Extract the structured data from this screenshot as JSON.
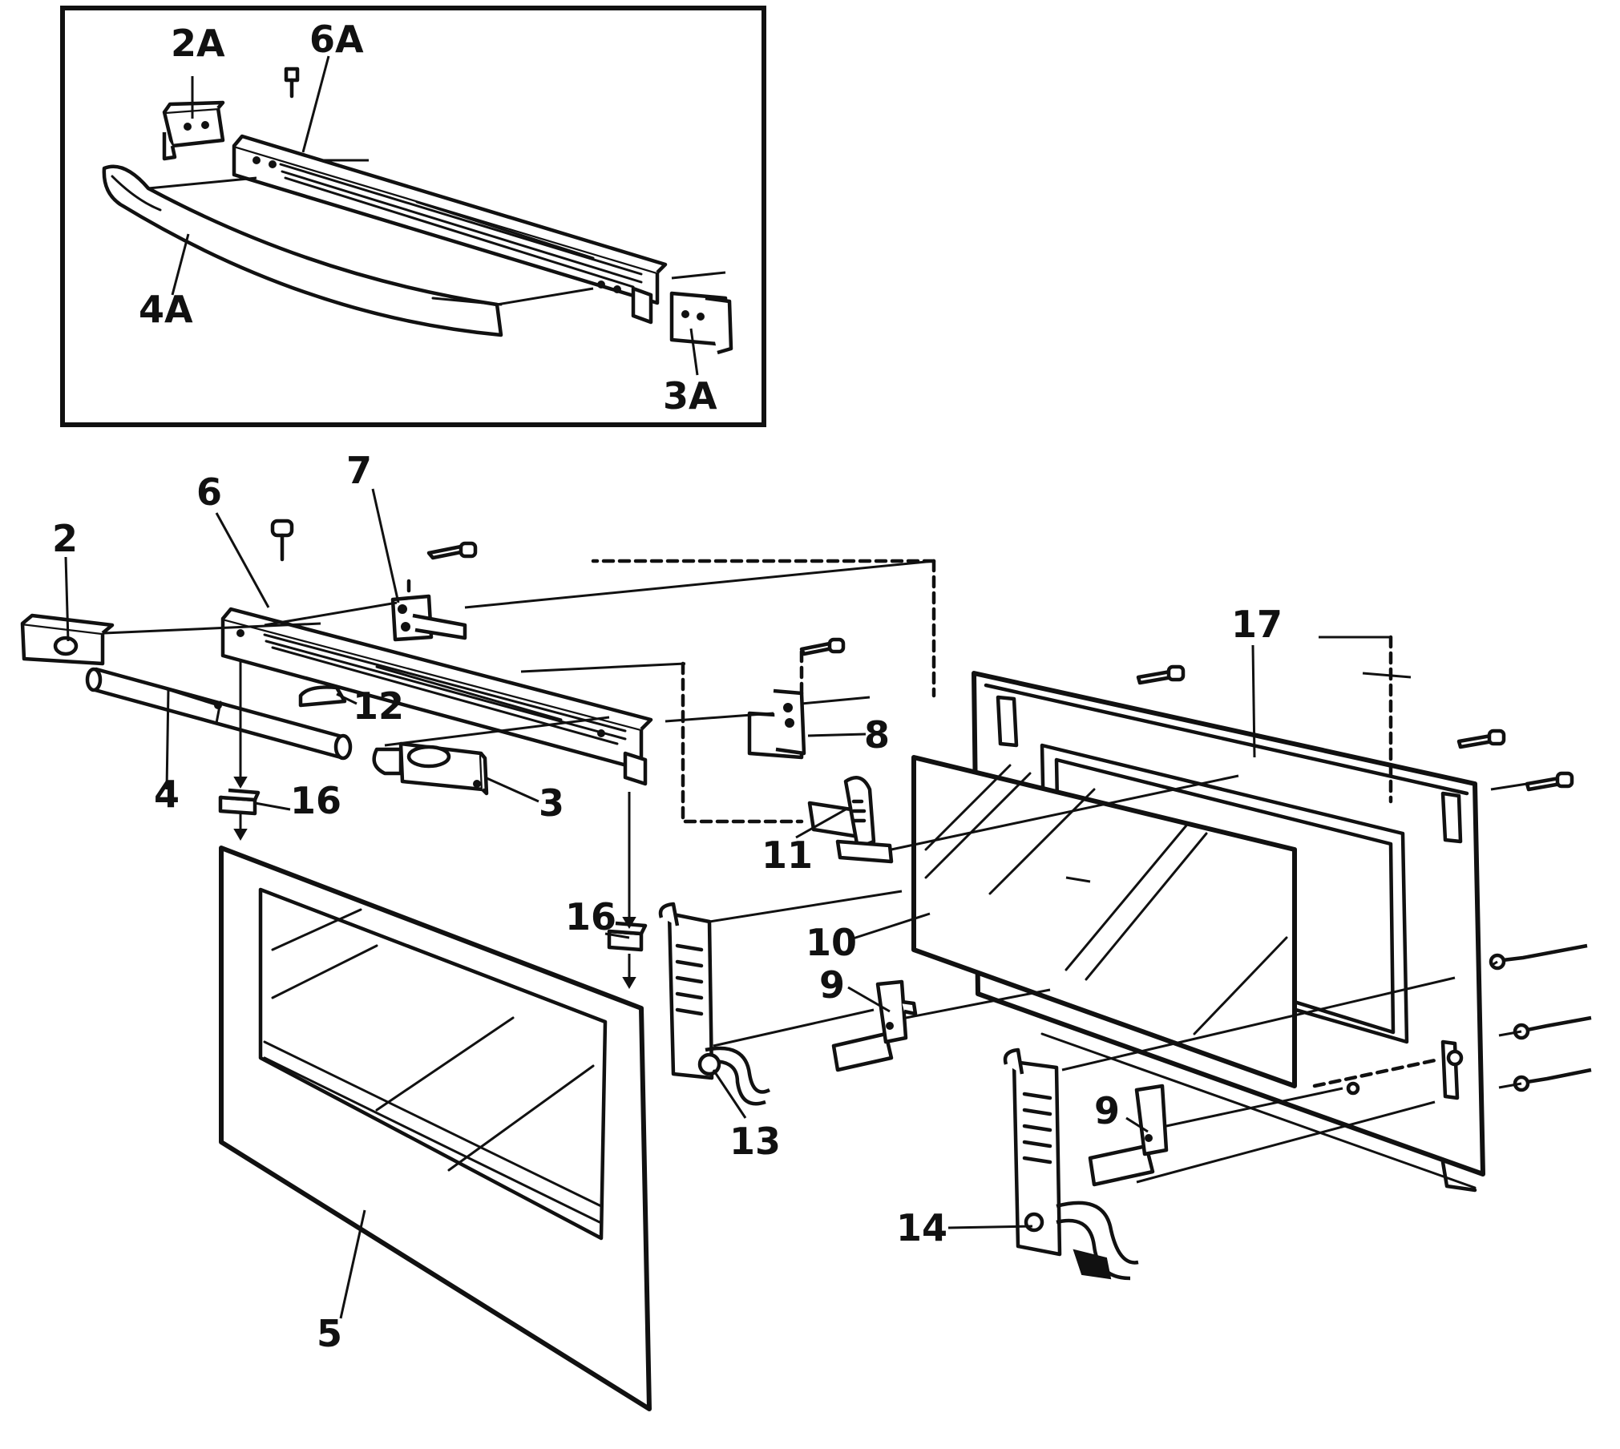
{
  "diagram": {
    "callouts": {
      "c2A": "2A",
      "c6A": "6A",
      "c4A": "4A",
      "c3A": "3A",
      "c2": "2",
      "c6": "6",
      "c7": "7",
      "c17": "17",
      "c12": "12",
      "c8": "8",
      "c4": "4",
      "c3": "3",
      "c16a": "16",
      "c11": "11",
      "c16b": "16",
      "c10": "10",
      "c9a": "9",
      "c13": "13",
      "c9b": "9",
      "c14": "14",
      "c5": "5"
    }
  }
}
